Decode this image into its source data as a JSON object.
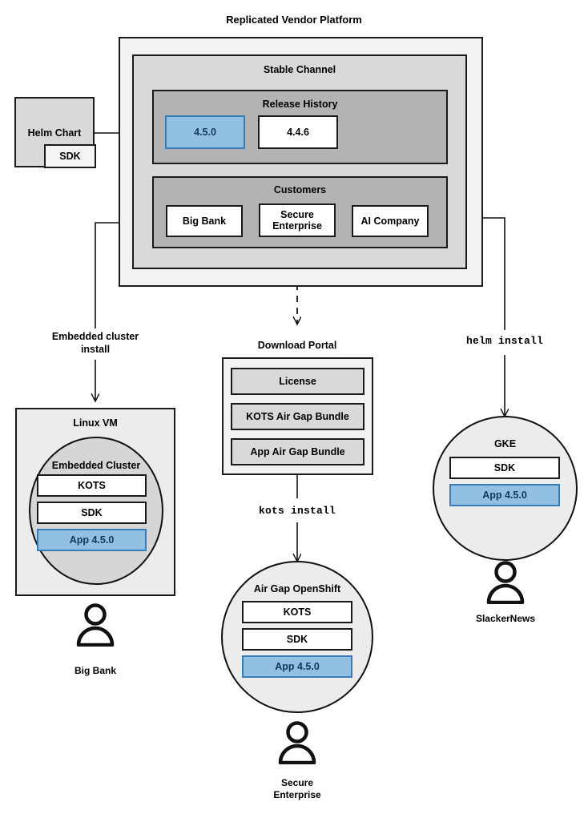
{
  "diagram": {
    "title": "Replicated Vendor Platform",
    "platform": {
      "stable_channel": {
        "title": "Stable Channel",
        "release_history": {
          "title": "Release History",
          "releases": [
            {
              "version": "4.5.0",
              "highlighted": true
            },
            {
              "version": "4.4.6",
              "highlighted": false
            }
          ]
        },
        "customers": {
          "title": "Customers",
          "items": [
            {
              "name": "Big Bank"
            },
            {
              "name": "Secure Enterprise"
            },
            {
              "name": "AI Company"
            }
          ]
        }
      }
    },
    "helm_chart": {
      "title": "Helm Chart",
      "sdk_label": "SDK"
    },
    "connector_labels": {
      "embedded_cluster_install": "Embedded cluster install",
      "embedded_cluster_install_line1": "Embedded cluster",
      "embedded_cluster_install_line2": "install",
      "kots_install": "kots install",
      "helm_install": "helm install"
    },
    "download_portal": {
      "title": "Download Portal",
      "artifacts": [
        "License",
        "KOTS Air Gap Bundle",
        "App Air Gap Bundle"
      ]
    },
    "environments": [
      {
        "id": "linux-vm",
        "title": "Linux VM",
        "inner_title": "Embedded Cluster",
        "components": [
          {
            "label": "KOTS",
            "highlighted": false
          },
          {
            "label": "SDK",
            "highlighted": false
          },
          {
            "label": "App 4.5.0",
            "highlighted": true
          }
        ],
        "actor": "Big Bank"
      },
      {
        "id": "air-gap-openshift",
        "title": "Air Gap OpenShift",
        "components": [
          {
            "label": "KOTS",
            "highlighted": false
          },
          {
            "label": "SDK",
            "highlighted": false
          },
          {
            "label": "App 4.5.0",
            "highlighted": true
          }
        ],
        "actor_line1": "Secure",
        "actor_line2": "Enterprise"
      },
      {
        "id": "gke",
        "title": "GKE",
        "components": [
          {
            "label": "SDK",
            "highlighted": false
          },
          {
            "label": "App 4.5.0",
            "highlighted": true
          }
        ],
        "actor": "SlackerNews"
      }
    ],
    "colors": {
      "stroke": "#1a1a1a",
      "highlight_fill": "#92c0e3",
      "highlight_border": "#3a7cb8",
      "highlight_text": "#13375c",
      "platform_fill": "#f2f2f2",
      "channel_fill": "#d9d9d9",
      "section_fill": "#b3b3b3",
      "env_fill": "#ececec",
      "cluster_fill": "#d6d6d6",
      "white": "#ffffff"
    }
  }
}
